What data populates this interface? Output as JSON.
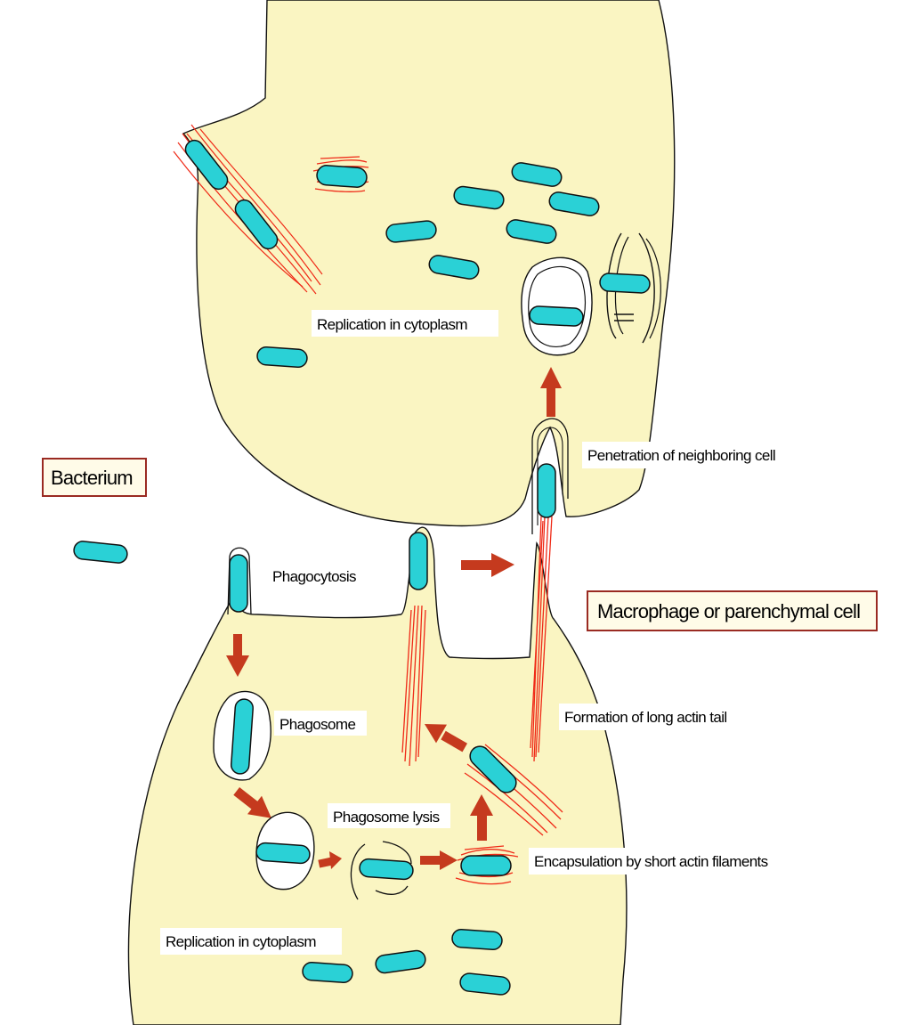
{
  "colors": {
    "cell_fill": "#faf5c2",
    "bacterium_fill": "#2ad1d6",
    "actin": "#ef2a17",
    "arrow": "#c53a1e",
    "box_border": "#9a2a22"
  },
  "boxes": {
    "bacterium": "Bacterium",
    "host_cell": "Macrophage or parenchymal cell"
  },
  "labels": {
    "replication_upper": "Replication in cytoplasm",
    "penetration": "Penetration of neighboring cell",
    "phagocytosis": "Phagocytosis",
    "phagosome": "Phagosome",
    "actin_tail": "Formation of long actin tail",
    "phagosome_lysis": "Phagosome lysis",
    "encapsulation": "Encapsulation by short actin filaments",
    "replication_lower": "Replication in cytoplasm"
  },
  "icons": [
    "bacterium-icon",
    "actin-filament-icon",
    "arrow-icon",
    "vacuole-icon"
  ]
}
